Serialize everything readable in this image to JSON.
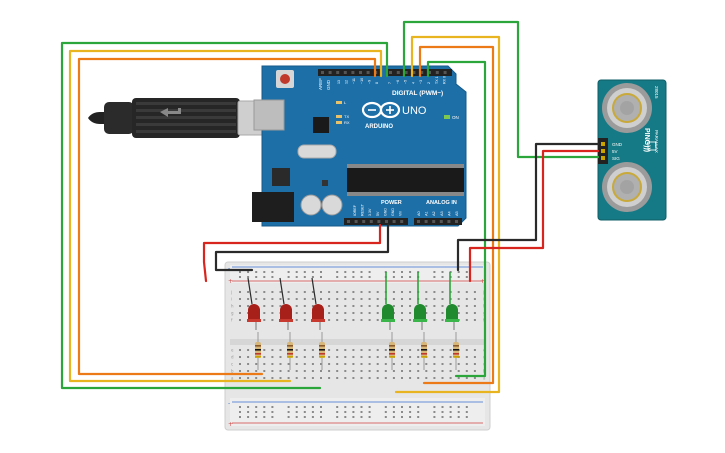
{
  "arduino": {
    "brand": "ARDUINO",
    "model": "UNO",
    "digital_label": "DIGITAL (PWM~)",
    "power_label": "POWER",
    "analog_label": "ANALOG IN",
    "on_label": "ON",
    "aref_label": "AREF",
    "gnd_label": "GND",
    "l_label": "L",
    "tx_label": "TX",
    "rx_label": "RX",
    "top_pins": [
      "13",
      "12",
      "~11",
      "~10",
      "~9",
      "8",
      "7",
      "~6",
      "~5",
      "4",
      "~3",
      "2",
      "TX 1",
      "RX 0"
    ],
    "power_pins": [
      "IOREF",
      "RESET",
      "3.3V",
      "5V",
      "GND",
      "GND",
      "Vin"
    ],
    "analog_pins": [
      "A0",
      "A1",
      "A2",
      "A3",
      "A4",
      "A5"
    ],
    "colors": {
      "board": "#1d6fa8",
      "header": "#222222",
      "chip": "#1a1a1a"
    }
  },
  "sensor": {
    "name": "PING)))",
    "brand": "PARALLAX",
    "model": "28015",
    "pins": [
      "GND",
      "5V",
      "SIG"
    ],
    "colors": {
      "board": "#157a85",
      "transducer": "#b8b8b8"
    }
  },
  "usb": {
    "colors": {
      "plug": "#cfcfcf",
      "cable": "#222222"
    }
  },
  "leds": [
    {
      "color": "red"
    },
    {
      "color": "red"
    },
    {
      "color": "red"
    },
    {
      "color": "green"
    },
    {
      "color": "green"
    },
    {
      "color": "green"
    }
  ],
  "breadboard": {
    "row_letters": [
      "j",
      "i",
      "h",
      "g",
      "f",
      "e",
      "d",
      "c",
      "b",
      "a"
    ],
    "plus_sign": "+",
    "minus_sign": "-",
    "colors": {
      "body": "#e6e6e6",
      "rail_red": "#d04040",
      "rail_blue": "#3a6fd0"
    }
  },
  "wire_colors": {
    "green": "#2aa63a",
    "yellow": "#e8b420",
    "orange": "#ec7a16",
    "red": "#d8261e",
    "black": "#2a2a2a"
  }
}
